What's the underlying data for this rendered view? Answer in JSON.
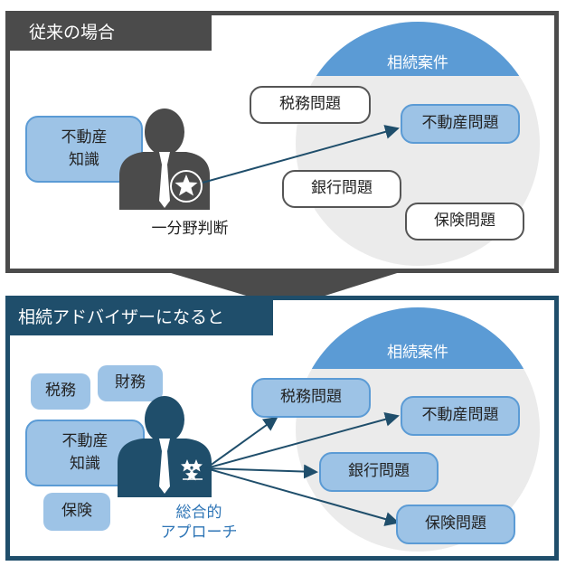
{
  "before": {
    "tab_label": "従来の場合",
    "circle_label": "相続案件",
    "skill_pill": "不動産\n知識",
    "person_caption": "一分野判断",
    "issues": {
      "tax": "税務問題",
      "real_estate": "不動産問題",
      "bank": "銀行問題",
      "insurance": "保険問題"
    }
  },
  "after": {
    "tab_label": "相続アドバイザーになると",
    "circle_label": "相続案件",
    "skills": {
      "tax": "税務",
      "assets": "財務",
      "real_estate": "不動産\n知識",
      "insurance": "保険"
    },
    "person_caption": "総合的\nアプローチ",
    "issues": {
      "tax": "税務問題",
      "real_estate": "不動産問題",
      "bank": "銀行問題",
      "insurance": "保険問題"
    }
  },
  "colors": {
    "before_frame": "#4b4b4b",
    "after_frame": "#1f4e6b",
    "accent_blue": "#5b9bd5",
    "light_blue": "#9dc3e6",
    "circle_gray": "#ebebeb",
    "caption_blue": "#2e75b6"
  }
}
